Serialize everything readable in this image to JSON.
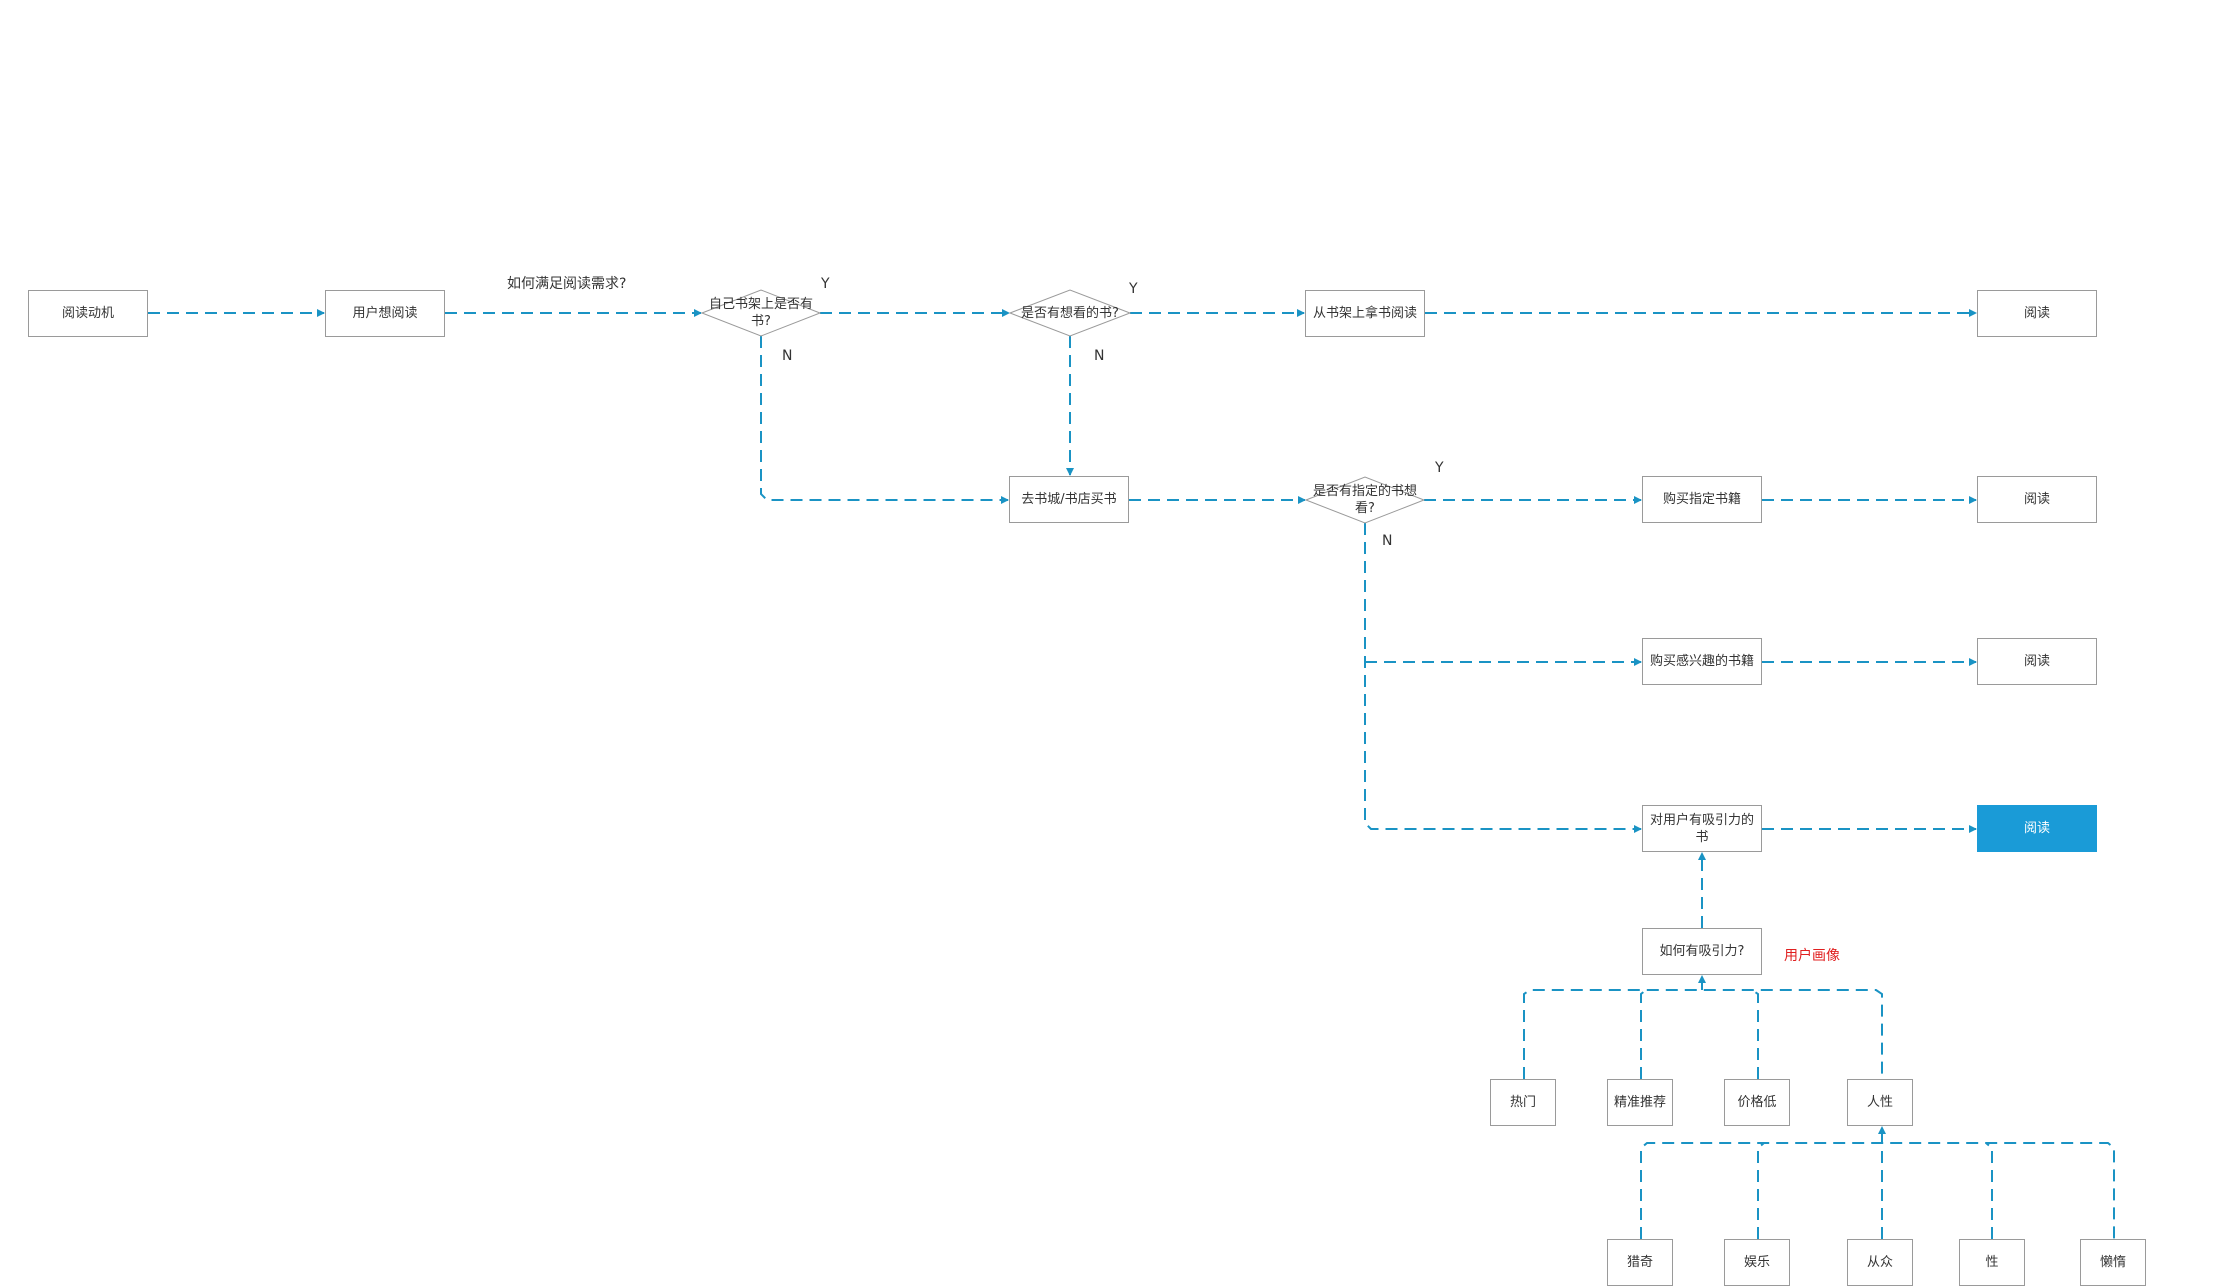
{
  "colors": {
    "edge": "#1a93c4",
    "highlight": "#1a9bd7",
    "annotation": "#e02020"
  },
  "nodes": {
    "motive": "阅读动机",
    "want_read": "用户想阅读",
    "from_shelf": "从书架上拿书阅读",
    "read_1": "阅读",
    "go_store": "去书城/书店买书",
    "buy_specified": "购买指定书籍",
    "read_2": "阅读",
    "buy_interest": "购买感兴趣的书籍",
    "read_3": "阅读",
    "attractive_book": "对用户有吸引力的书",
    "read_4": "阅读",
    "how_attractive": "如何有吸引力?",
    "popular": "热门",
    "precise_rec": "精准推荐",
    "low_price": "价格低",
    "human_nature": "人性",
    "curiosity": "猎奇",
    "entertainment": "娱乐",
    "conformity": "从众",
    "sex": "性",
    "laziness": "懒惰"
  },
  "decisions": {
    "own_book": "自己书架上是否有书?",
    "want_book": "是否有想看的书?",
    "specified_book": "是否有指定的书想看?"
  },
  "labels": {
    "how_satisfy": "如何满足阅读需求?",
    "user_portrait": "用户画像",
    "y1": "Y",
    "n1": "N",
    "y2": "Y",
    "n2": "N",
    "y3": "Y",
    "n3": "N"
  }
}
